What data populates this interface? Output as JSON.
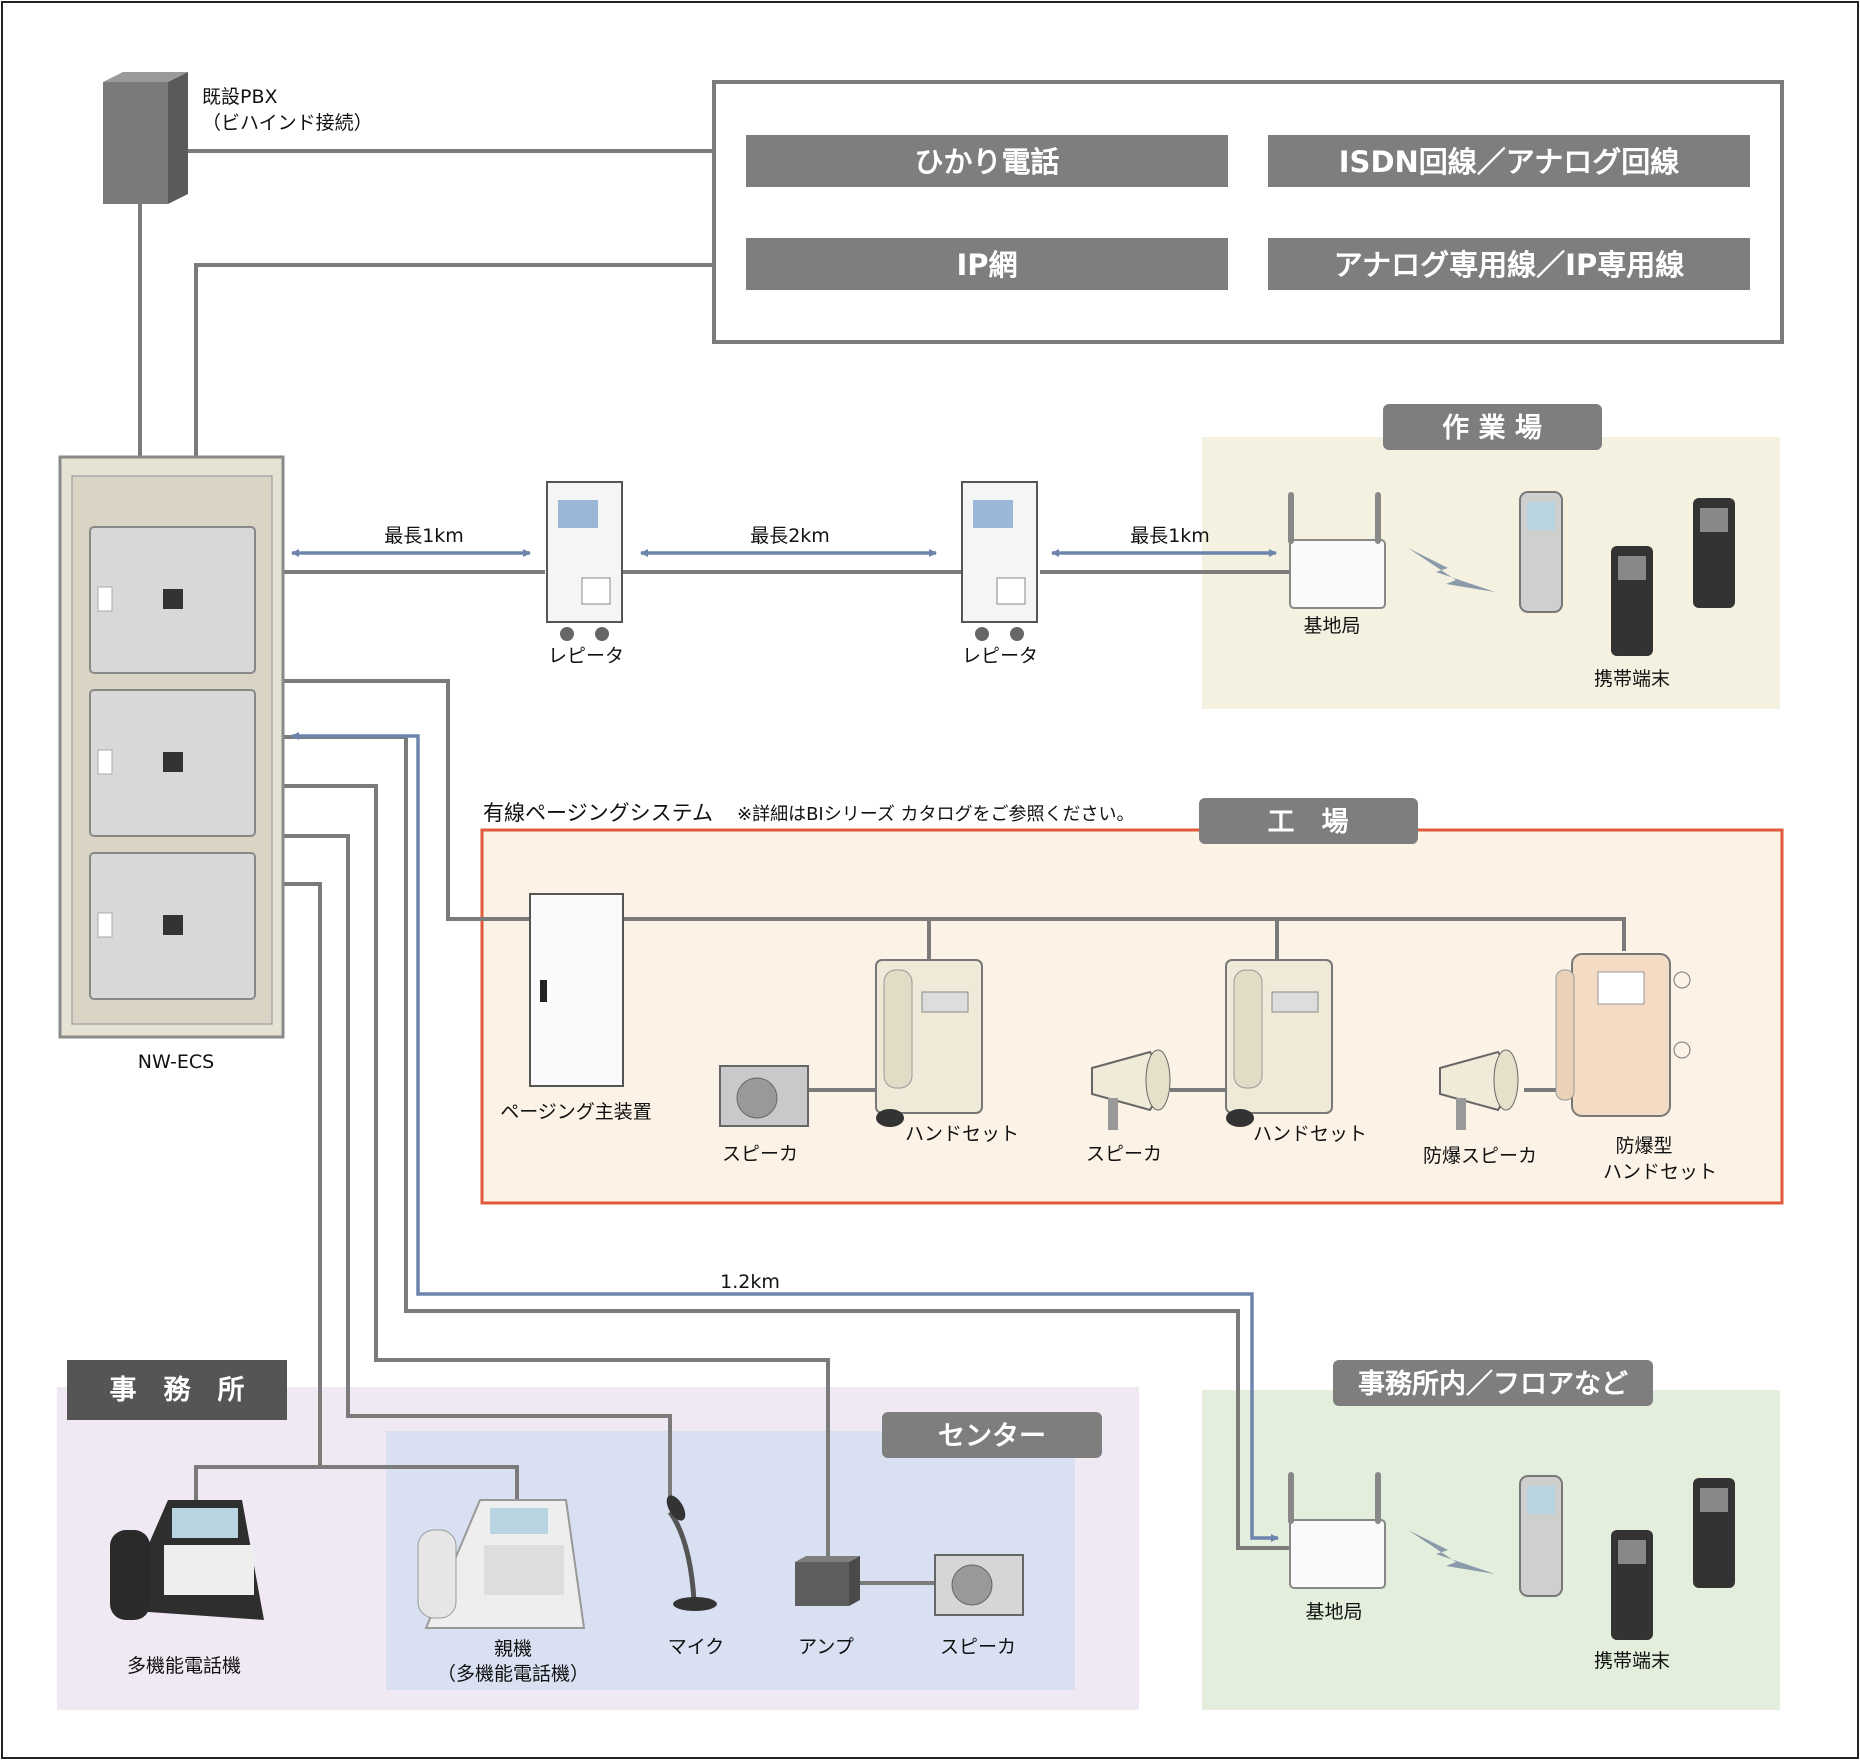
{
  "pbx": {
    "label_line1": "既設PBX",
    "label_line2": "（ビハインド接続）"
  },
  "network": {
    "hikari": "ひかり電話",
    "isdn": "ISDN回線／アナログ回線",
    "ip": "IP網",
    "dedicated": "アナログ専用線／IP専用線"
  },
  "main_unit": {
    "label": "NW-ECS"
  },
  "workplace": {
    "title": "作 業 場",
    "dist1": "最長1km",
    "dist2": "最長2km",
    "dist3": "最長1km",
    "repeater1": "レピータ",
    "repeater2": "レピータ",
    "base": "基地局",
    "terminal": "携帯端末"
  },
  "factory": {
    "title": "工　場",
    "system_name": "有線ページングシステム",
    "note": "※詳細はBIシリーズ カタログをご参照ください。",
    "paging_main": "ページング主装置",
    "speaker1": "スピーカ",
    "handset1": "ハンドセット",
    "speaker2": "スピーカ",
    "handset2": "ハンドセット",
    "ex_speaker": "防爆スピーカ",
    "ex_handset_line1": "防爆型",
    "ex_handset_line2": "ハンドセット"
  },
  "office": {
    "title": "事　務　所",
    "phone": "多機能電話機"
  },
  "center": {
    "title": "センター",
    "master_line1": "親機",
    "master_line2": "（多機能電話機）",
    "mic": "マイク",
    "amp": "アンプ",
    "speaker": "スピーカ"
  },
  "office_floor": {
    "title": "事務所内／フロアなど",
    "distance": "1.2km",
    "base": "基地局",
    "terminal": "携帯端末"
  },
  "colors": {
    "gray": "#7b7b7b",
    "blue_line": "#6d84ad",
    "orange_border": "#e05a3a"
  }
}
